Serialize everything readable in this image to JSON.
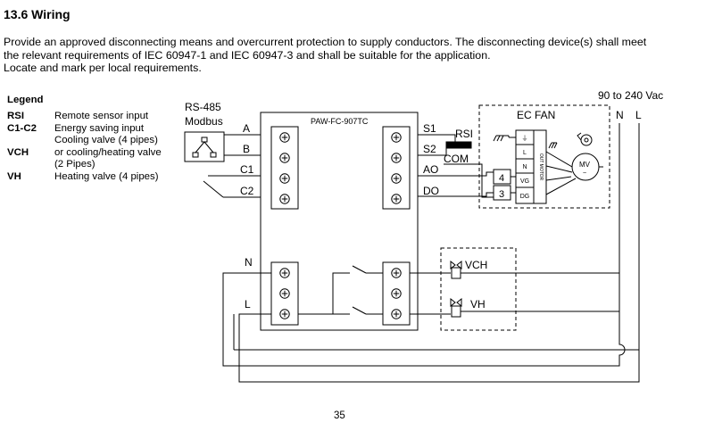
{
  "section": {
    "heading": "13.6 Wiring",
    "paragraph": [
      "Provide an approved disconnecting means and overcurrent protection to supply conductors. The disconnecting device(s) shall meet",
      "the relevant requirements of IEC 60947-1 and IEC 60947-3 and shall be suitable for the application.",
      "Locate and mark per local requirements."
    ]
  },
  "legend": {
    "title": "Legend",
    "rows": [
      {
        "code": "RSI",
        "desc": "Remote sensor input"
      },
      {
        "code": "C1-C2",
        "desc": "Energy saving input"
      },
      {
        "code": "",
        "desc": "Cooling valve (4 pipes)"
      },
      {
        "code": "VCH",
        "desc": "or cooling/heating valve"
      },
      {
        "code": "",
        "desc": "(2 Pipes)"
      },
      {
        "code": "VH",
        "desc": "Heating valve (4 pipes)"
      }
    ]
  },
  "diagram": {
    "rs485": [
      "RS-485",
      "Modbus"
    ],
    "controller_name": "PAW-FC-907TC",
    "left_terminals": [
      "A",
      "B",
      "C1",
      "C2"
    ],
    "right_terminals": [
      "S1",
      "S2",
      "AO",
      "DO"
    ],
    "rsi": "RSI",
    "com": "COM",
    "supply_terminals": [
      "N",
      "L"
    ],
    "supply": "90 to 240 Vac",
    "supply_lines": [
      "N",
      "L"
    ],
    "fan_title": "EC FAN",
    "fan_box_terminals": [
      "4",
      "3"
    ],
    "motor_terminals": [
      "⏚",
      "L",
      "N",
      "VG",
      "DG"
    ],
    "motor_label": "OUT MOTOR",
    "motor": "MV",
    "valves": [
      "VCH",
      "VH"
    ]
  },
  "page_number": "35"
}
